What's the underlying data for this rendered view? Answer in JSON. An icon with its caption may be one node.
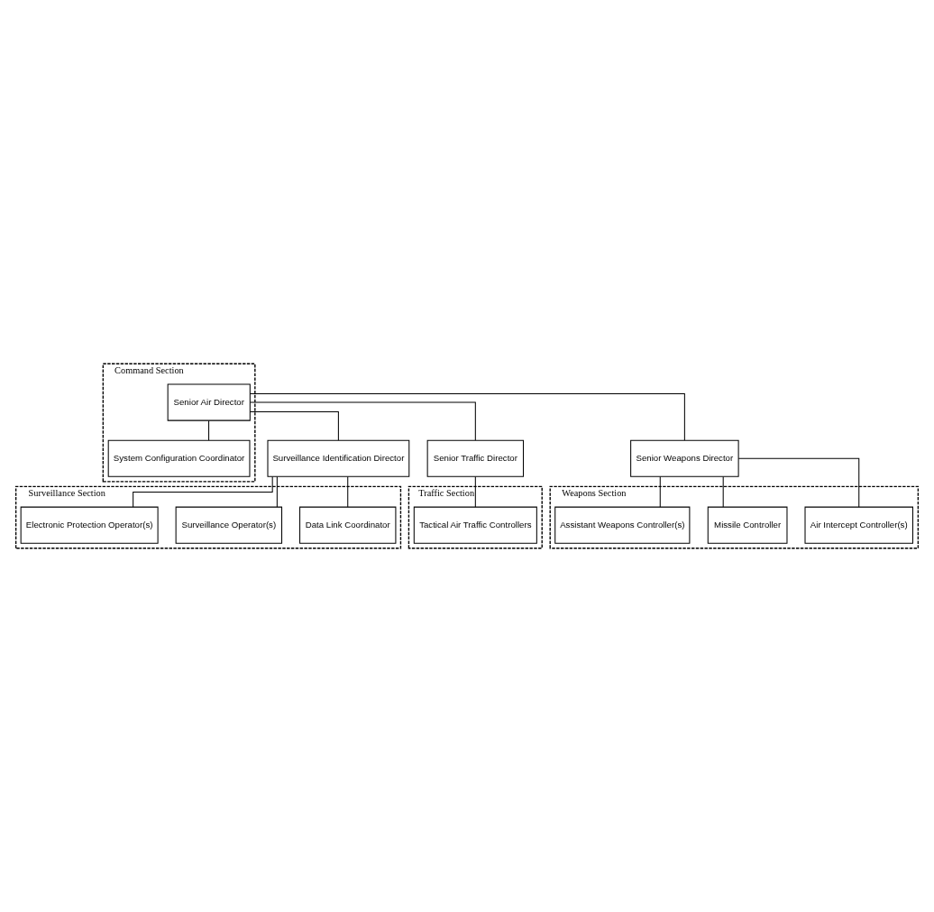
{
  "diagram": {
    "nodes": [
      {
        "text": [
          "Command Section"
        ]
      },
      {
        "text": [
          "Senior Air Director"
        ],
        "in": 0
      },
      {
        "text": [
          "System Configuration Coordinator"
        ],
        "in": 0
      },
      {
        "text": [
          "Surveillance Section"
        ]
      },
      {
        "text": [
          "Surveillance Identification Director"
        ]
      },
      {
        "text": [
          "Data Link Coordinator"
        ],
        "in": 3
      },
      {
        "text": [
          "Surveillance Operator(s)"
        ],
        "in": 3
      },
      {
        "text": [
          "Electronic Protection Operator(s)"
        ],
        "in": 3
      },
      {
        "text": [
          "Traffic Section"
        ]
      },
      {
        "text": [
          "Senior Traffic Director"
        ]
      },
      {
        "text": [
          "Tactical Air Traffic Controllers"
        ],
        "in": 8
      },
      {
        "text": [
          "Weapons Section"
        ]
      },
      {
        "text": [
          "Senior Weapons Director"
        ]
      },
      {
        "text": [
          "Air Intercept Controller(s)"
        ],
        "in": 11
      },
      {
        "text": [
          "Missile Controller"
        ],
        "in": 11
      },
      {
        "text": [
          "Assistant Weapons Controller(s)"
        ],
        "in": 11
      }
    ],
    "edges": [
      {
        "from": 1,
        "to": 2,
        "arrow": "none"
      },
      {
        "from": 1,
        "to": 4,
        "arrow": "none"
      },
      {
        "from": 1,
        "to": 9,
        "arrow": "none"
      },
      {
        "from": 1,
        "to": 12,
        "arrow": "none"
      },
      {
        "from": 4,
        "to": 5,
        "arrow": "none"
      },
      {
        "from": 4,
        "to": 6,
        "arrow": "none"
      },
      {
        "from": 4,
        "to": 7,
        "arrow": "none"
      },
      {
        "from": 9,
        "to": 10,
        "arrow": "none"
      },
      {
        "from": 12,
        "to": 13,
        "arrow": "none"
      },
      {
        "from": 12,
        "to": 14,
        "arrow": "none"
      },
      {
        "from": 12,
        "to": 15,
        "arrow": "none"
      }
    ]
  }
}
